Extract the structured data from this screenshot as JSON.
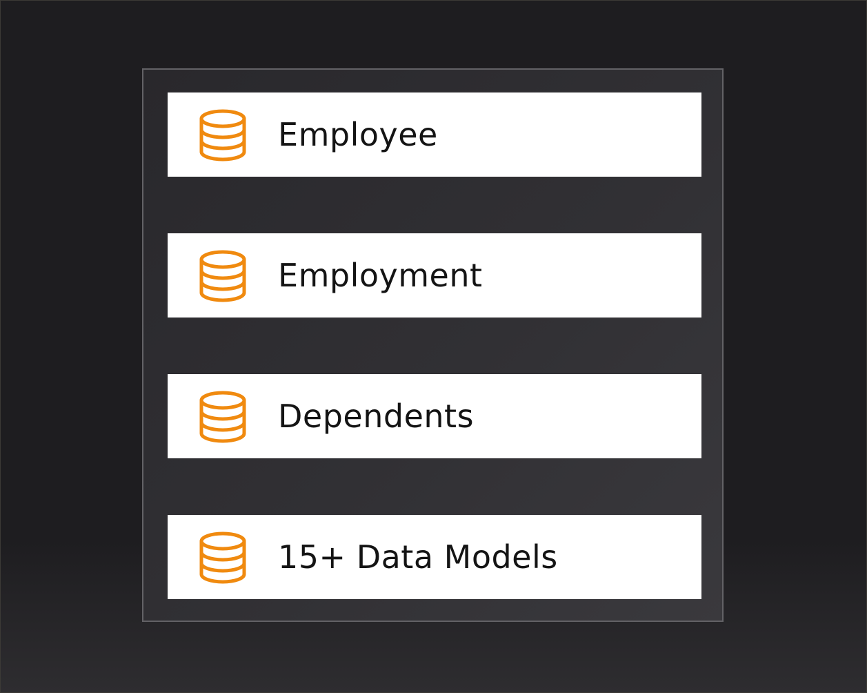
{
  "accent_color": "#f08a0f",
  "list": {
    "items": [
      {
        "icon": "database-icon",
        "label": "Employee"
      },
      {
        "icon": "database-icon",
        "label": "Employment"
      },
      {
        "icon": "database-icon",
        "label": "Dependents"
      },
      {
        "icon": "database-icon",
        "label": "15+ Data Models"
      }
    ]
  }
}
